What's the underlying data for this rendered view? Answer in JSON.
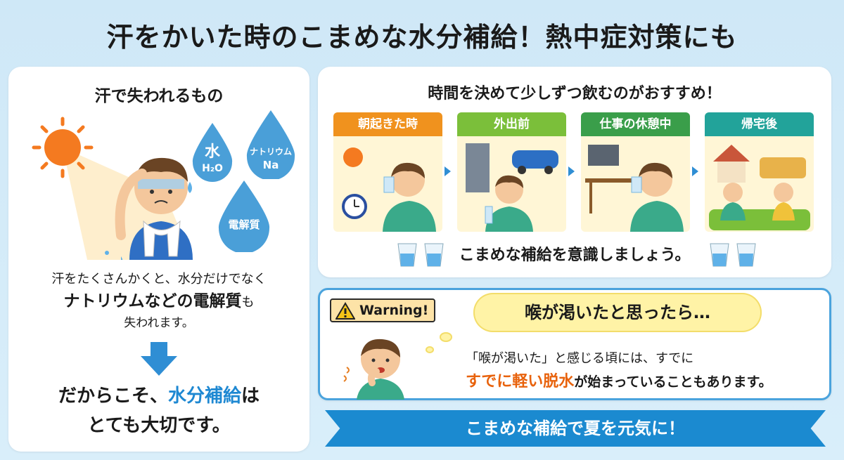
{
  "title": "汗をかいた時のこまめな水分補給！熱中症対策にも",
  "left_panel": {
    "heading": "汗で失われるもの",
    "drops": [
      {
        "main": "水",
        "sub": "H₂O"
      },
      {
        "main": "ナトリウム",
        "sub": "Na"
      },
      {
        "main": "電解質",
        "sub": ""
      }
    ],
    "text_line1": "汗をたくさんかくと、水分だけでなく",
    "text_line2_bold": "ナトリウムなどの電解質",
    "text_line2_tail": "も",
    "text_line3": "失われます。",
    "conclusion_prefix": "だからこそ、",
    "conclusion_highlight": "水分補給",
    "conclusion_suffix": "は",
    "conclusion_line2": "とても大切です。"
  },
  "right_panel": {
    "heading": "時間を決めて少しずつ飲むのがおすすめ！",
    "steps": [
      {
        "label": "朝起きた時",
        "color": "#f0921e"
      },
      {
        "label": "外出前",
        "color": "#7bbf3a"
      },
      {
        "label": "仕事の休憩中",
        "color": "#3a9e4a"
      },
      {
        "label": "帰宅後",
        "color": "#22a39a"
      }
    ],
    "reminder": "こまめな補給を意識しましょう。"
  },
  "warning": {
    "badge": "Warning!",
    "bubble": "喉が渇いたと思ったら…",
    "line1": "「喉が渇いた」と感じる頃には、すでに",
    "line2_highlight": "すでに軽い脱水",
    "line2_rest": "が始まっていることもあります。"
  },
  "ribbon": "こまめな補給で夏を元気に！",
  "colors": {
    "accent_blue": "#1b8ad0",
    "highlight_orange": "#e8620c",
    "drop_blue": "#4a9fd8"
  }
}
